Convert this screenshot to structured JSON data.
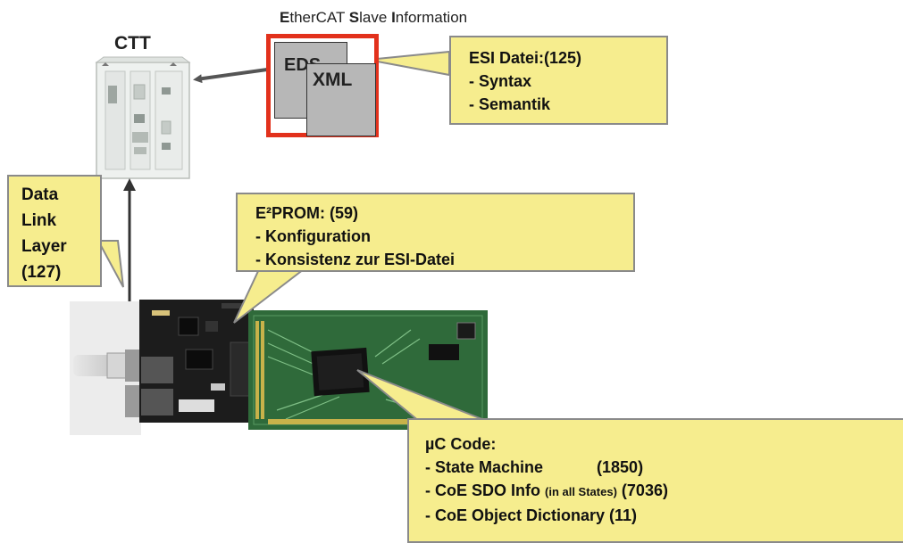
{
  "esi_title": {
    "e": "E",
    "ther": "therCAT ",
    "s": "S",
    "lave": "lave ",
    "i": "I",
    "nfo": "nformation"
  },
  "ctt_label": "CTT",
  "docs": {
    "eds": "EDS",
    "xml": "XML"
  },
  "esi_callout": {
    "line1": "ESI Datei:(125)",
    "line2": "- Syntax",
    "line3": "- Semantik"
  },
  "dll_callout": {
    "line1": "Data",
    "line2": "Link",
    "line3": "Layer",
    "line4": "(127)"
  },
  "eeprom_callout": {
    "line1": "E²PROM: (59)",
    "line2": "- Konfiguration",
    "line3": "- Konsistenz zur ESI-Datei"
  },
  "uc_callout": {
    "line1": "µC Code:",
    "line2_a": "- State Machine",
    "line2_b": "(1850)",
    "line3_a": "- CoE SDO Info ",
    "line3_small": "(in all States)",
    "line3_b": " (7036)",
    "line4": "- CoE Object Dictionary (11)"
  },
  "colors": {
    "callout_fill": "#f6ed8e",
    "esi_border": "#e2311c",
    "pcb_green": "#2f6a3a",
    "pcb_black": "#1c1c1c"
  }
}
